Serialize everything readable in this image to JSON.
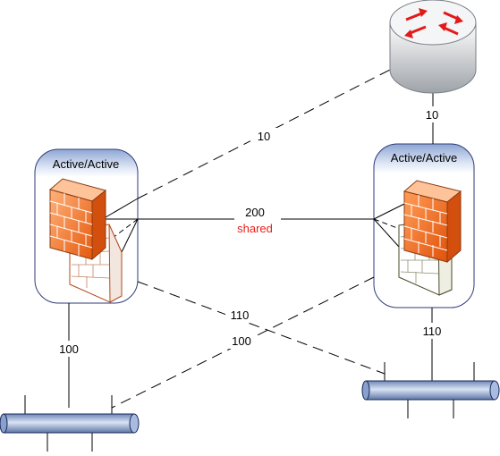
{
  "clusters": {
    "left": {
      "title": "Active/Active"
    },
    "right": {
      "title": "Active/Active"
    }
  },
  "links": {
    "router_left": "10",
    "router_right": "10",
    "shared": {
      "value": "200",
      "label": "shared"
    },
    "cross_left_to_right_bus": "110",
    "cross_right_to_left_bus": "100",
    "left_to_bus": "100",
    "right_to_bus": "110"
  },
  "icons": {
    "router": "router-icon",
    "firewall": "firewall-icon",
    "bus": "network-bus-icon"
  },
  "colors": {
    "shared_label": "#e8201a",
    "cluster_fill_top": "#9fb4d8",
    "firewall_orange": "#f06a1c",
    "router_arrow": "#e11b1b"
  }
}
